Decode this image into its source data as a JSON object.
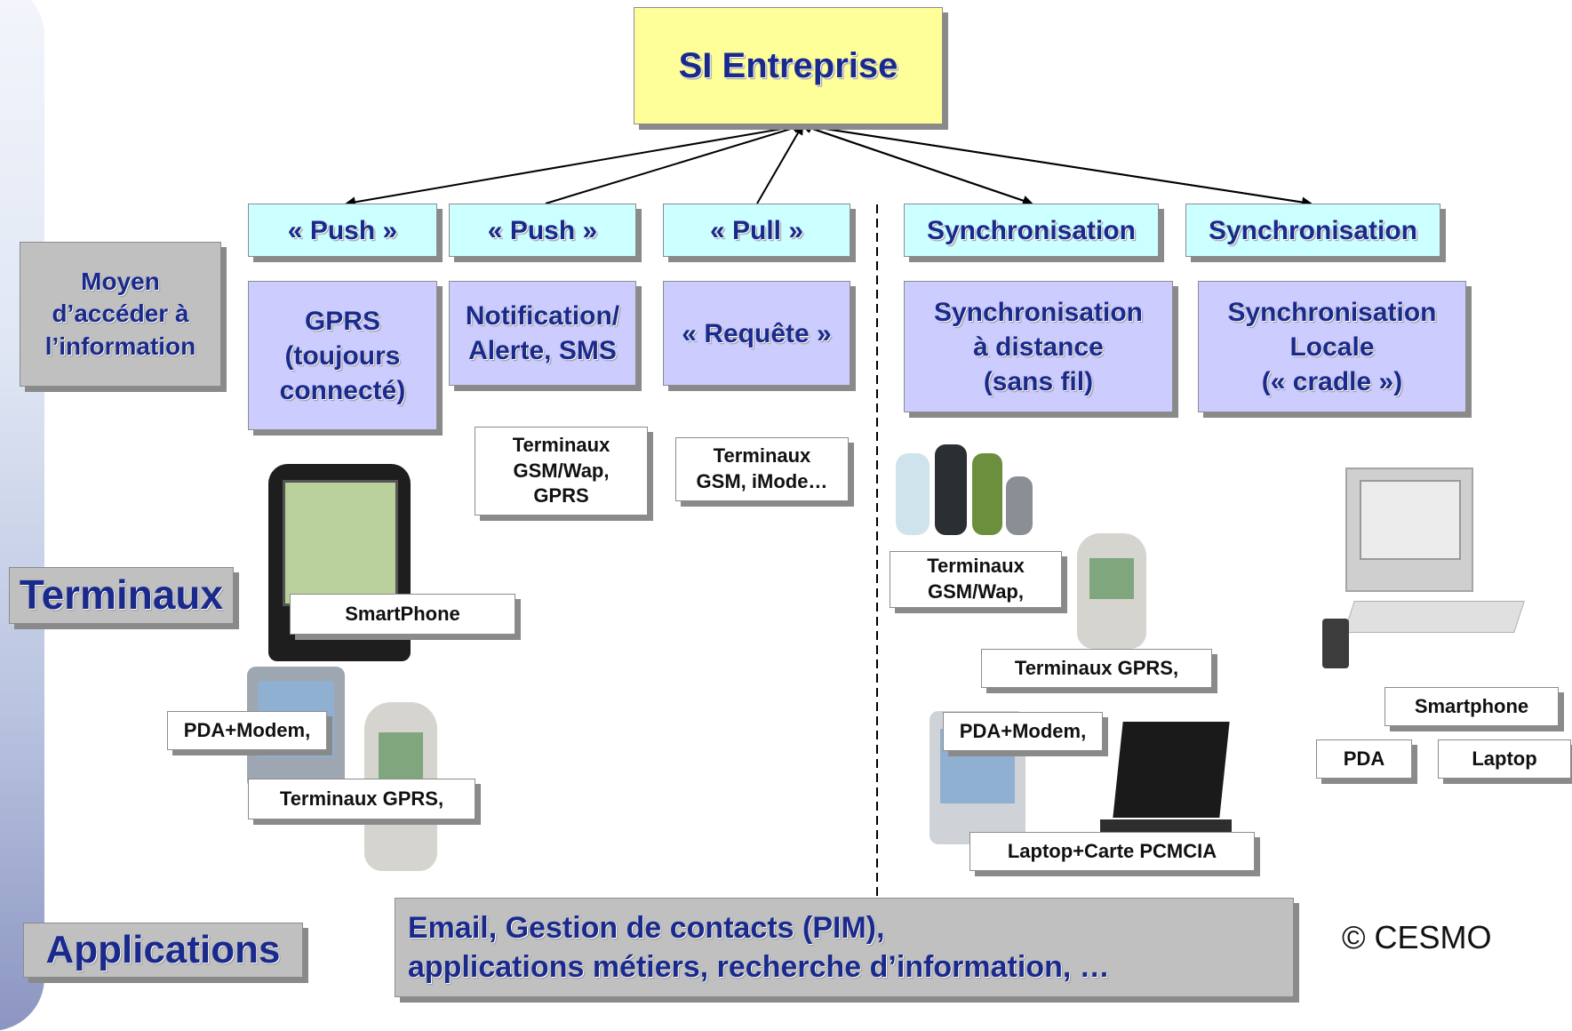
{
  "top": {
    "label": "SI Entreprise"
  },
  "modes": [
    {
      "label": "« Push »"
    },
    {
      "label": "« Push »"
    },
    {
      "label": "« Pull »"
    },
    {
      "label": "Synchronisation"
    },
    {
      "label": "Synchronisation"
    }
  ],
  "access": {
    "header": "Moyen\nd’accéder à\nl’information",
    "items": [
      {
        "label": "GPRS\n(toujours\nconnecté)"
      },
      {
        "label": "Notification/\nAlerte, SMS"
      },
      {
        "label": "« Requête »"
      },
      {
        "label": "Synchronisation\nà distance\n(sans fil)"
      },
      {
        "label": "Synchronisation\nLocale\n(« cradle »)"
      }
    ]
  },
  "terminaux": {
    "header": "Terminaux",
    "labels": {
      "gsm_wap_gprs": "Terminaux\nGSM/Wap,\nGPRS",
      "gsm_imode": "Terminaux\nGSM, iMode…",
      "smartphone": "SmartPhone",
      "pda_modem_left": "PDA+Modem,",
      "gprs_left": "Terminaux GPRS,",
      "gsm_wap_right": "Terminaux\nGSM/Wap,",
      "gprs_right": "Terminaux GPRS,",
      "pda_modem_right": "PDA+Modem,",
      "laptop_pcmcia": "Laptop+Carte PCMCIA",
      "smartphone_cradle": "Smartphone",
      "pda_cradle": "PDA",
      "laptop_cradle": "Laptop"
    }
  },
  "applications": {
    "header": "Applications",
    "text": "Email, Gestion de contacts (PIM),\n applications métiers, recherche d’information, …"
  },
  "copyright": "© CESMO",
  "icons": [
    "blackberry-device-icon",
    "pda-icon",
    "mobile-phone-icon",
    "phones-group-icon",
    "laptop-icon",
    "desktop-computer-icon"
  ]
}
